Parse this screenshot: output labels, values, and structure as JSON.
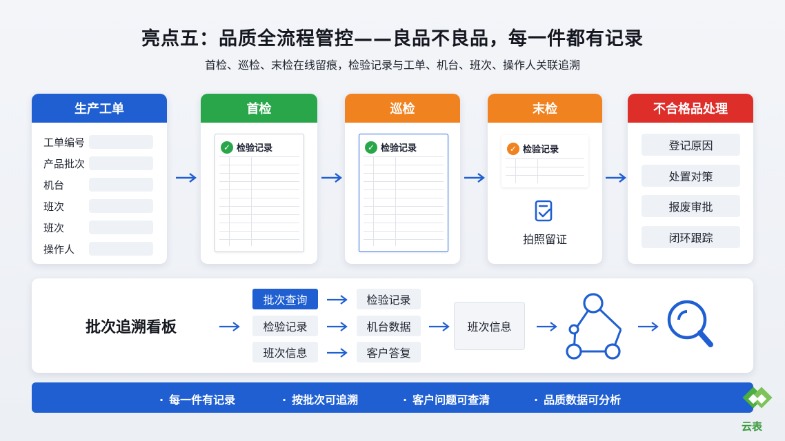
{
  "title": "亮点五：品质全流程管控——良品不良品，每一件都有记录",
  "subtitle": "首检、巡检、末检在线留痕，检验记录与工单、机台、班次、操作人关联追溯",
  "stages": {
    "work_order": {
      "header": "生产工单",
      "fields": [
        "工单编号",
        "产品批次",
        "机台",
        "班次",
        "班次",
        "操作人"
      ]
    },
    "first_inspection": {
      "header": "首检",
      "form_title": "检验记录"
    },
    "patrol_inspection": {
      "header": "巡检",
      "form_title": "检验记录"
    },
    "final_inspection": {
      "header": "末检",
      "form_title": "检验记录",
      "photo_label": "拍照留证"
    },
    "nonconforming": {
      "header": "不合格品处理",
      "items": [
        "登记原因",
        "处置对策",
        "报废审批",
        "闭环跟踪"
      ]
    }
  },
  "board": {
    "title": "批次追溯看板",
    "queries": [
      "批次查询",
      "检验记录",
      "班次信息"
    ],
    "results": [
      "检验记录",
      "机台数据",
      "客户答复"
    ],
    "info": "班次信息",
    "icons": [
      "network-icon",
      "search-magnifier-icon"
    ]
  },
  "footer": {
    "bullet": "·",
    "items": [
      "每一件有记录",
      "按批次可追溯",
      "客户问题可查清",
      "品质数据可分析"
    ]
  },
  "logo": {
    "text": "云表"
  },
  "colors": {
    "blue": "#1f5fd1",
    "green": "#2aa64a",
    "orange": "#f0821f",
    "red": "#dd2e2a"
  }
}
